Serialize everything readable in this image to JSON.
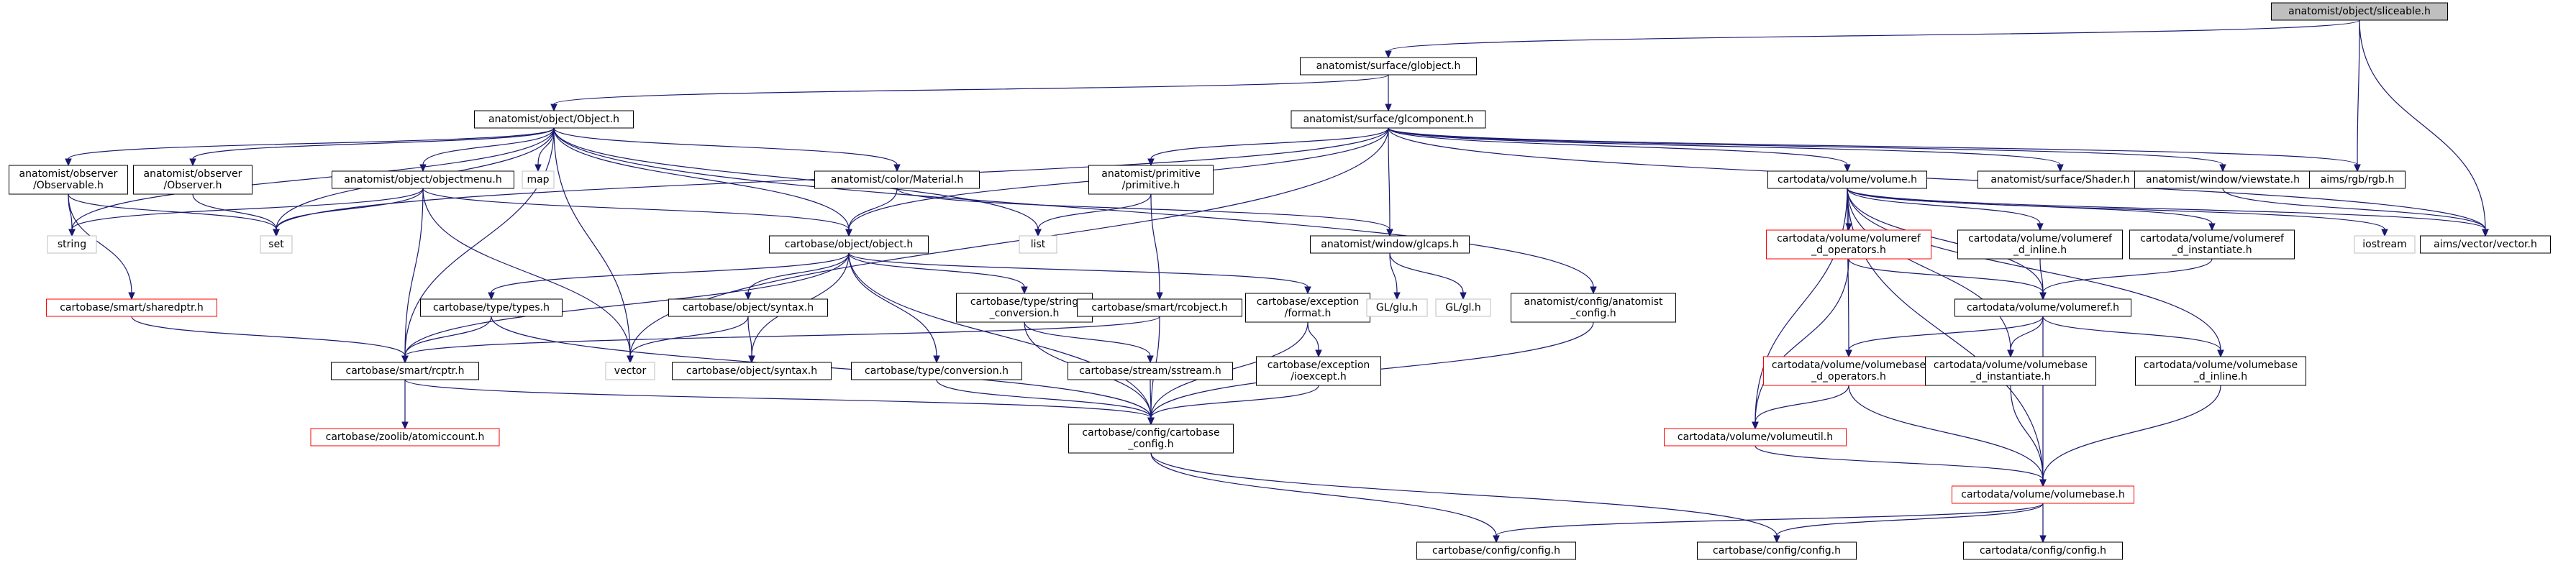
{
  "colors": {
    "edge": "#191970",
    "border_normal": "#000000",
    "border_incomplete": "#ff0000",
    "border_external": "#bfbfbf",
    "fill_root": "#bfbfbf",
    "fill_normal": "#ffffff"
  },
  "nodes": [
    {
      "id": "sliceable",
      "lines": [
        "anatomist/object/sliceable.h"
      ],
      "kind": "root"
    },
    {
      "id": "globject",
      "lines": [
        "anatomist/surface/globject.h"
      ],
      "kind": "normal"
    },
    {
      "id": "Object",
      "lines": [
        "anatomist/object/Object.h"
      ],
      "kind": "normal"
    },
    {
      "id": "glcomponent",
      "lines": [
        "anatomist/surface/glcomponent.h"
      ],
      "kind": "normal"
    },
    {
      "id": "Observable",
      "lines": [
        "anatomist/observer",
        "/Observable.h"
      ],
      "kind": "normal"
    },
    {
      "id": "Observer",
      "lines": [
        "anatomist/observer",
        "/Observer.h"
      ],
      "kind": "normal"
    },
    {
      "id": "objectmenu",
      "lines": [
        "anatomist/object/objectmenu.h"
      ],
      "kind": "normal"
    },
    {
      "id": "map",
      "lines": [
        "map"
      ],
      "kind": "external"
    },
    {
      "id": "Material",
      "lines": [
        "anatomist/color/Material.h"
      ],
      "kind": "normal"
    },
    {
      "id": "primitive",
      "lines": [
        "anatomist/primitive",
        "/primitive.h"
      ],
      "kind": "normal"
    },
    {
      "id": "volume",
      "lines": [
        "cartodata/volume/volume.h"
      ],
      "kind": "normal"
    },
    {
      "id": "Shader",
      "lines": [
        "anatomist/surface/Shader.h"
      ],
      "kind": "normal"
    },
    {
      "id": "viewstate",
      "lines": [
        "anatomist/window/viewstate.h"
      ],
      "kind": "normal"
    },
    {
      "id": "rgb",
      "lines": [
        "aims/rgb/rgb.h"
      ],
      "kind": "normal"
    },
    {
      "id": "string",
      "lines": [
        "string"
      ],
      "kind": "external"
    },
    {
      "id": "set",
      "lines": [
        "set"
      ],
      "kind": "external"
    },
    {
      "id": "list",
      "lines": [
        "list"
      ],
      "kind": "external"
    },
    {
      "id": "cbobject",
      "lines": [
        "cartobase/object/object.h"
      ],
      "kind": "normal"
    },
    {
      "id": "glcaps",
      "lines": [
        "anatomist/window/glcaps.h"
      ],
      "kind": "normal"
    },
    {
      "id": "volumeref_ops",
      "lines": [
        "cartodata/volume/volumeref",
        "_d_operators.h"
      ],
      "kind": "incomplete"
    },
    {
      "id": "volumeref_inline",
      "lines": [
        "cartodata/volume/volumeref",
        "_d_inline.h"
      ],
      "kind": "normal"
    },
    {
      "id": "volumeref_inst",
      "lines": [
        "cartodata/volume/volumeref",
        "_d_instantiate.h"
      ],
      "kind": "normal"
    },
    {
      "id": "iostream",
      "lines": [
        "iostream"
      ],
      "kind": "external"
    },
    {
      "id": "vector_aims",
      "lines": [
        "aims/vector/vector.h"
      ],
      "kind": "normal"
    },
    {
      "id": "sharedptr",
      "lines": [
        "cartobase/smart/sharedptr.h"
      ],
      "kind": "incomplete"
    },
    {
      "id": "types",
      "lines": [
        "cartobase/type/types.h"
      ],
      "kind": "normal"
    },
    {
      "id": "syntax1",
      "lines": [
        "cartobase/object/syntax.h"
      ],
      "kind": "normal"
    },
    {
      "id": "string_conv",
      "lines": [
        "cartobase/type/string",
        "_conversion.h"
      ],
      "kind": "normal"
    },
    {
      "id": "rcobject",
      "lines": [
        "cartobase/smart/rcobject.h"
      ],
      "kind": "normal"
    },
    {
      "id": "format",
      "lines": [
        "cartobase/exception",
        "/format.h"
      ],
      "kind": "normal"
    },
    {
      "id": "glu",
      "lines": [
        "GL/glu.h"
      ],
      "kind": "external"
    },
    {
      "id": "gl",
      "lines": [
        "GL/gl.h"
      ],
      "kind": "external"
    },
    {
      "id": "anaconfig",
      "lines": [
        "anatomist/config/anatomist",
        "_config.h"
      ],
      "kind": "normal"
    },
    {
      "id": "volumeref",
      "lines": [
        "cartodata/volume/volumeref.h"
      ],
      "kind": "normal"
    },
    {
      "id": "vector_std",
      "lines": [
        "vector"
      ],
      "kind": "external"
    },
    {
      "id": "syntax2",
      "lines": [
        "cartobase/object/syntax.h"
      ],
      "kind": "normal"
    },
    {
      "id": "rcptr",
      "lines": [
        "cartobase/smart/rcptr.h"
      ],
      "kind": "normal"
    },
    {
      "id": "conversion",
      "lines": [
        "cartobase/type/conversion.h"
      ],
      "kind": "normal"
    },
    {
      "id": "sstream",
      "lines": [
        "cartobase/stream/sstream.h"
      ],
      "kind": "normal"
    },
    {
      "id": "ioexcept",
      "lines": [
        "cartobase/exception",
        "/ioexcept.h"
      ],
      "kind": "normal"
    },
    {
      "id": "volbase_ops",
      "lines": [
        "cartodata/volume/volumebase",
        "_d_operators.h"
      ],
      "kind": "incomplete"
    },
    {
      "id": "volbase_inst",
      "lines": [
        "cartodata/volume/volumebase",
        "_d_instantiate.h"
      ],
      "kind": "normal"
    },
    {
      "id": "volbase_inline",
      "lines": [
        "cartodata/volume/volumebase",
        "_d_inline.h"
      ],
      "kind": "normal"
    },
    {
      "id": "atomiccount",
      "lines": [
        "cartobase/zoolib/atomiccount.h"
      ],
      "kind": "incomplete"
    },
    {
      "id": "cartobase_config",
      "lines": [
        "cartobase/config/cartobase",
        "_config.h"
      ],
      "kind": "normal"
    },
    {
      "id": "volumeutil",
      "lines": [
        "cartodata/volume/volumeutil.h"
      ],
      "kind": "incomplete"
    },
    {
      "id": "volumebase",
      "lines": [
        "cartodata/volume/volumebase.h"
      ],
      "kind": "incomplete"
    },
    {
      "id": "config1",
      "lines": [
        "cartobase/config/config.h"
      ],
      "kind": "normal"
    },
    {
      "id": "config2",
      "lines": [
        "cartobase/config/config.h"
      ],
      "kind": "normal"
    },
    {
      "id": "config3",
      "lines": [
        "cartodata/config/config.h"
      ],
      "kind": "normal"
    }
  ],
  "edges": [
    [
      "sliceable",
      "globject"
    ],
    [
      "sliceable",
      "rgb"
    ],
    [
      "sliceable",
      "vector_aims"
    ],
    [
      "globject",
      "Object"
    ],
    [
      "globject",
      "glcomponent"
    ],
    [
      "Object",
      "Observable"
    ],
    [
      "Object",
      "Observer"
    ],
    [
      "Object",
      "objectmenu"
    ],
    [
      "Object",
      "map"
    ],
    [
      "Object",
      "Material"
    ],
    [
      "Object",
      "string"
    ],
    [
      "Object",
      "set"
    ],
    [
      "Object",
      "list"
    ],
    [
      "Object",
      "cbobject"
    ],
    [
      "Object",
      "anaconfig"
    ],
    [
      "Object",
      "vector_std"
    ],
    [
      "Object",
      "rcptr"
    ],
    [
      "glcomponent",
      "primitive"
    ],
    [
      "glcomponent",
      "volume"
    ],
    [
      "glcomponent",
      "Shader"
    ],
    [
      "glcomponent",
      "viewstate"
    ],
    [
      "glcomponent",
      "rgb"
    ],
    [
      "glcomponent",
      "set"
    ],
    [
      "glcomponent",
      "cbobject"
    ],
    [
      "glcomponent",
      "glcaps"
    ],
    [
      "glcomponent",
      "vector_std"
    ],
    [
      "glcomponent",
      "vector_aims"
    ],
    [
      "Observable",
      "string"
    ],
    [
      "Observable",
      "set"
    ],
    [
      "Observable",
      "sharedptr"
    ],
    [
      "Observer",
      "set"
    ],
    [
      "objectmenu",
      "string"
    ],
    [
      "objectmenu",
      "set"
    ],
    [
      "objectmenu",
      "cbobject"
    ],
    [
      "objectmenu",
      "vector_std"
    ],
    [
      "objectmenu",
      "rcptr"
    ],
    [
      "Material",
      "glcaps"
    ],
    [
      "Material",
      "cbobject"
    ],
    [
      "primitive",
      "list"
    ],
    [
      "primitive",
      "rcobject"
    ],
    [
      "volume",
      "volumeref_ops"
    ],
    [
      "volume",
      "volumeref_inline"
    ],
    [
      "volume",
      "volumeref_inst"
    ],
    [
      "volume",
      "iostream"
    ],
    [
      "volume",
      "vector_aims"
    ],
    [
      "volume",
      "volumeref"
    ],
    [
      "volume",
      "volbase_ops"
    ],
    [
      "volume",
      "volbase_inst"
    ],
    [
      "volume",
      "volbase_inline"
    ],
    [
      "volume",
      "volumeutil"
    ],
    [
      "volume",
      "volumebase"
    ],
    [
      "viewstate",
      "vector_aims"
    ],
    [
      "cbobject",
      "types"
    ],
    [
      "cbobject",
      "syntax1"
    ],
    [
      "cbobject",
      "string_conv"
    ],
    [
      "cbobject",
      "format"
    ],
    [
      "cbobject",
      "syntax2"
    ],
    [
      "cbobject",
      "conversion"
    ],
    [
      "cbobject",
      "rcptr"
    ],
    [
      "cbobject",
      "cartobase_config"
    ],
    [
      "glcaps",
      "glu"
    ],
    [
      "glcaps",
      "gl"
    ],
    [
      "volumeref_ops",
      "volumeref"
    ],
    [
      "volumeref_ops",
      "volumeutil"
    ],
    [
      "volumeref_inline",
      "volumeref"
    ],
    [
      "volumeref_inst",
      "volumeref"
    ],
    [
      "sharedptr",
      "rcptr"
    ],
    [
      "types",
      "rcptr"
    ],
    [
      "types",
      "cartobase_config"
    ],
    [
      "syntax1",
      "syntax2"
    ],
    [
      "syntax1",
      "vector_std"
    ],
    [
      "string_conv",
      "sstream"
    ],
    [
      "string_conv",
      "cartobase_config"
    ],
    [
      "rcobject",
      "rcptr"
    ],
    [
      "rcobject",
      "cartobase_config"
    ],
    [
      "format",
      "ioexcept"
    ],
    [
      "format",
      "cartobase_config"
    ],
    [
      "anaconfig",
      "cartobase_config"
    ],
    [
      "volumeref",
      "volbase_ops"
    ],
    [
      "volumeref",
      "volbase_inst"
    ],
    [
      "volumeref",
      "volbase_inline"
    ],
    [
      "volumeref",
      "volumebase"
    ],
    [
      "sstream",
      "cartobase_config"
    ],
    [
      "ioexcept",
      "cartobase_config"
    ],
    [
      "conversion",
      "cartobase_config"
    ],
    [
      "rcptr",
      "atomiccount"
    ],
    [
      "rcptr",
      "cartobase_config"
    ],
    [
      "volbase_ops",
      "volumeutil"
    ],
    [
      "volbase_ops",
      "volumebase"
    ],
    [
      "volbase_inst",
      "volumebase"
    ],
    [
      "volbase_inline",
      "volumebase"
    ],
    [
      "volumeutil",
      "volumebase"
    ],
    [
      "cartobase_config",
      "config1"
    ],
    [
      "cartobase_config",
      "config2"
    ],
    [
      "volumebase",
      "config1"
    ],
    [
      "volumebase",
      "config2"
    ],
    [
      "volumebase",
      "config3"
    ]
  ]
}
